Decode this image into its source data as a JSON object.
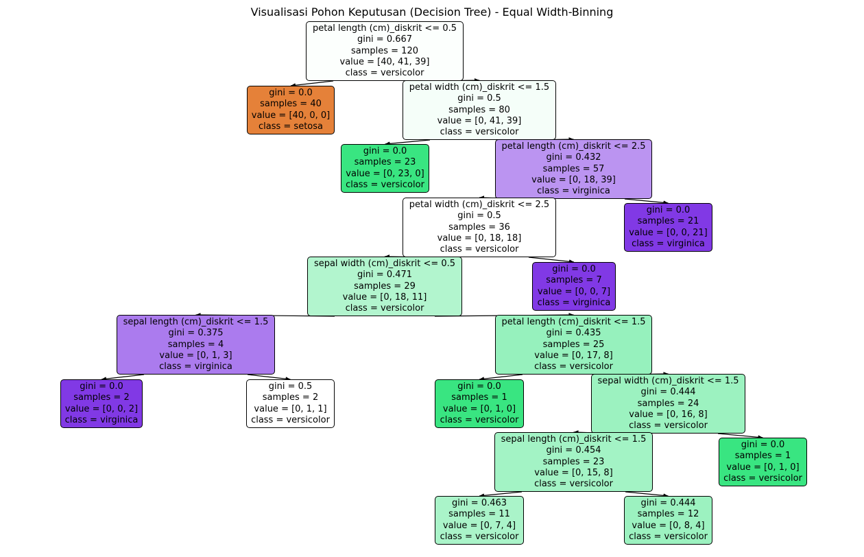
{
  "title": "Visualisasi Pohon Keputusan (Decision Tree) - Equal Width-Binning",
  "nodes": {
    "n0": {
      "condition": "petal length (cm)_diskrit <= 0.5",
      "gini": "gini = 0.667",
      "samples": "samples = 120",
      "value": "value = [40, 41, 39]",
      "class": "class = versicolor",
      "color": "#fcfffd"
    },
    "n1": {
      "gini": "gini = 0.0",
      "samples": "samples = 40",
      "value": "value = [40, 0, 0]",
      "class": "class = setosa",
      "color": "#e58139"
    },
    "n2": {
      "condition": "petal width (cm)_diskrit <= 1.5",
      "gini": "gini = 0.5",
      "samples": "samples = 80",
      "value": "value = [0, 41, 39]",
      "class": "class = versicolor",
      "color": "#f5fef9"
    },
    "n3": {
      "gini": "gini = 0.0",
      "samples": "samples = 23",
      "value": "value = [0, 23, 0]",
      "class": "class = versicolor",
      "color": "#39e581"
    },
    "n4": {
      "condition": "petal length (cm)_diskrit <= 2.5",
      "gini": "gini = 0.432",
      "samples": "samples = 57",
      "value": "value = [0, 18, 39]",
      "class": "class = virginica",
      "color": "#bb94f1"
    },
    "n5": {
      "condition": "petal width (cm)_diskrit <= 2.5",
      "gini": "gini = 0.5",
      "samples": "samples = 36",
      "value": "value = [0, 18, 18]",
      "class": "class = versicolor",
      "color": "#ffffff"
    },
    "n6": {
      "gini": "gini = 0.0",
      "samples": "samples = 21",
      "value": "value = [0, 0, 21]",
      "class": "class = virginica",
      "color": "#8139e5"
    },
    "n7": {
      "condition": "sepal width (cm)_diskrit <= 0.5",
      "gini": "gini = 0.471",
      "samples": "samples = 29",
      "value": "value = [0, 18, 11]",
      "class": "class = versicolor",
      "color": "#b2f5ce"
    },
    "n8": {
      "gini": "gini = 0.0",
      "samples": "samples = 7",
      "value": "value = [0, 0, 7]",
      "class": "class = virginica",
      "color": "#8139e5"
    },
    "n9": {
      "condition": "sepal length (cm)_diskrit <= 1.5",
      "gini": "gini = 0.375",
      "samples": "samples = 4",
      "value": "value = [0, 1, 3]",
      "class": "class = virginica",
      "color": "#ab7bee"
    },
    "n10": {
      "condition": "petal length (cm)_diskrit <= 1.5",
      "gini": "gini = 0.435",
      "samples": "samples = 25",
      "value": "value = [0, 17, 8]",
      "class": "class = versicolor",
      "color": "#96f1bd"
    },
    "n11": {
      "gini": "gini = 0.0",
      "samples": "samples = 2",
      "value": "value = [0, 0, 2]",
      "class": "class = virginica",
      "color": "#8139e5"
    },
    "n12": {
      "gini": "gini = 0.5",
      "samples": "samples = 2",
      "value": "value = [0, 1, 1]",
      "class": "class = versicolor",
      "color": "#ffffff"
    },
    "n13": {
      "gini": "gini = 0.0",
      "samples": "samples = 1",
      "value": "value = [0, 1, 0]",
      "class": "class = versicolor",
      "color": "#39e581"
    },
    "n14": {
      "condition": "sepal width (cm)_diskrit <= 1.5",
      "gini": "gini = 0.444",
      "samples": "samples = 24",
      "value": "value = [0, 16, 8]",
      "class": "class = versicolor",
      "color": "#9cf2c0"
    },
    "n15": {
      "condition": "sepal length (cm)_diskrit <= 1.5",
      "gini": "gini = 0.454",
      "samples": "samples = 23",
      "value": "value = [0, 15, 8]",
      "class": "class = versicolor",
      "color": "#a3f3c5"
    },
    "n16": {
      "gini": "gini = 0.0",
      "samples": "samples = 1",
      "value": "value = [0, 1, 0]",
      "class": "class = versicolor",
      "color": "#39e581"
    },
    "n17": {
      "gini": "gini = 0.463",
      "samples": "samples = 11",
      "value": "value = [0, 7, 4]",
      "class": "class = versicolor",
      "color": "#aaf4c9"
    },
    "n18": {
      "gini": "gini = 0.444",
      "samples": "samples = 12",
      "value": "value = [0, 8, 4]",
      "class": "class = versicolor",
      "color": "#9cf2c0"
    }
  }
}
